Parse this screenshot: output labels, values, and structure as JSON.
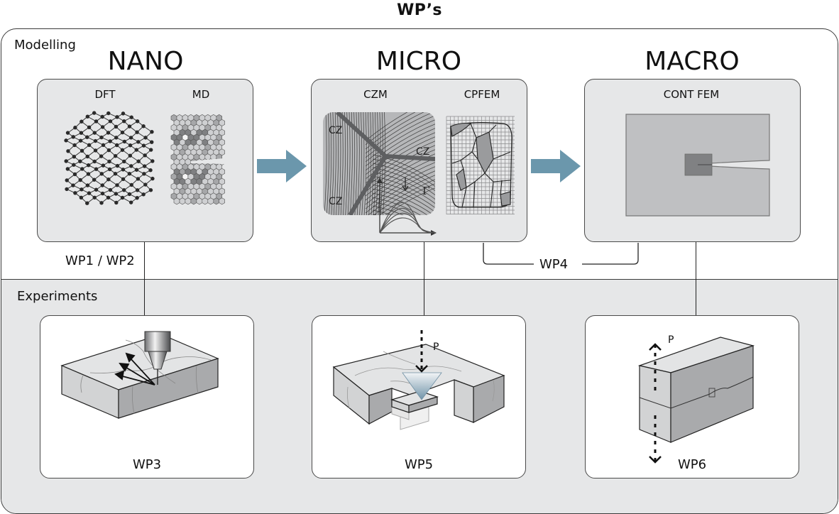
{
  "title": "WP’s",
  "sections": {
    "modelling": "Modelling",
    "experiments": "Experiments"
  },
  "scales": [
    {
      "title": "NANO",
      "methods": [
        "DFT",
        "MD"
      ]
    },
    {
      "title": "MICRO",
      "methods": [
        "CZM",
        "CPFEM"
      ],
      "czm_labels": [
        "CZ",
        "CZ",
        "CZ"
      ],
      "gamma_label": "Γ"
    },
    {
      "title": "MACRO",
      "methods": [
        "CONT FEM"
      ]
    }
  ],
  "links": {
    "nano_link": "WP1 / WP2",
    "micro_macro_link": "WP4"
  },
  "experiments": [
    {
      "label": "WP3",
      "description": "nanoindentation with crack arrows"
    },
    {
      "label": "WP5",
      "description": "micro-pillar compression",
      "load_label": "P"
    },
    {
      "label": "WP6",
      "description": "macro specimen tension",
      "load_label": "P"
    }
  ],
  "colors": {
    "arrow": "#6b97ac",
    "panel_fill": "#e6e7e8",
    "outline": "#3a3a3a",
    "mid_gray": "#bfc0c2",
    "dark_gray": "#7a7b7d"
  }
}
